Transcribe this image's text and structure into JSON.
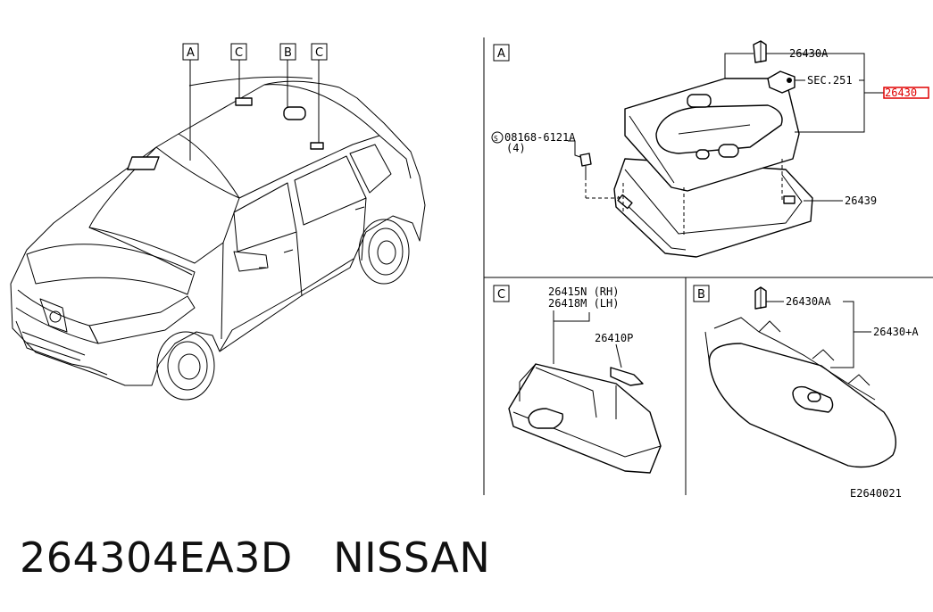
{
  "car_callouts": [
    "A",
    "C",
    "B",
    "C"
  ],
  "panel_a": {
    "letter": "A",
    "bolt_ref": "08168-6121A",
    "bolt_qty": "(4)",
    "clip_part": "26430A",
    "section_ref": "SEC.251",
    "lamp_assy": "26430",
    "bezel_part": "26439"
  },
  "panel_c": {
    "letter": "C",
    "part_rh": "26415N (RH)",
    "part_lh": "26418M (LH)",
    "bulb_part": "26410P"
  },
  "panel_b": {
    "letter": "B",
    "clip_part": "26430AA",
    "lamp_assy": "26430+A"
  },
  "diagram_code": "E2640021",
  "caption": {
    "part_number": "264304EA3D",
    "brand": "NISSAN"
  },
  "colors": {
    "highlight": "#e00000",
    "ink": "#000000"
  }
}
